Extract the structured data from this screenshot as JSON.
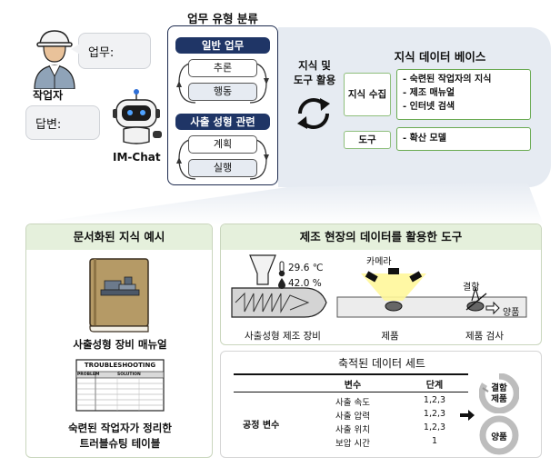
{
  "worker": {
    "label": "작업자",
    "question": "업무:",
    "answer": "답변:"
  },
  "bot": {
    "label": "IM-Chat"
  },
  "task_panel": {
    "title": "업무 유형 분류",
    "general": {
      "title": "일반 업무",
      "items": [
        "추론",
        "행동"
      ]
    },
    "injection": {
      "title": "사출 성형 관련",
      "items": [
        "계획",
        "실행"
      ]
    }
  },
  "cycle_label": [
    "지식 및",
    "도구 활용"
  ],
  "knowledge_db": {
    "title": "지식 데이터 베이스",
    "collect_label": "지식 수집",
    "collect_items": [
      "- 숙련된 작업자의 지식",
      "- 제조 매뉴얼",
      "- 인터넷 검색"
    ],
    "tool_label": "도구",
    "tool_items": [
      "- 확산 모델"
    ]
  },
  "doc_panel": {
    "title": "문서화된 지식 예시",
    "manual_caption": "사출성형 장비 매뉴얼",
    "ts_header": "TROUBLESHOOTING",
    "ts_cols": [
      "PROBLEM",
      "SOLUTION"
    ],
    "ts_caption_1": "숙련된 작업자가 정리한",
    "ts_caption_2": "트러블슈팅 테이블"
  },
  "tool_panel": {
    "title": "제조 현장의 데이터를 활용한 도구",
    "temperature": "29.6 ℃",
    "humidity": "42.0 %",
    "camera_label": "카메라",
    "defect_label": "결함",
    "good_label": "양품",
    "machine_caption": "사출성형 제조 장비",
    "product_caption": "제품",
    "inspection_caption": "제품 검사"
  },
  "dataset_panel": {
    "title": "축적된 데이터 세트",
    "headers": [
      "변수",
      "단계"
    ],
    "group_label": "공정 변수",
    "rows": [
      {
        "var": "사출 속도",
        "step": "1,2,3"
      },
      {
        "var": "사출 압력",
        "step": "1,2,3"
      },
      {
        "var": "사출 위치",
        "step": "1,2,3"
      },
      {
        "var": "보압 시간",
        "step": "1"
      }
    ],
    "defect_product": [
      "결함",
      "제품"
    ],
    "good_product": "양품"
  },
  "colors": {
    "navy": "#1f3566",
    "green": "#6aaa52",
    "panel_green": "#e5f0dc",
    "kb_bg": "#e6ebf2"
  }
}
